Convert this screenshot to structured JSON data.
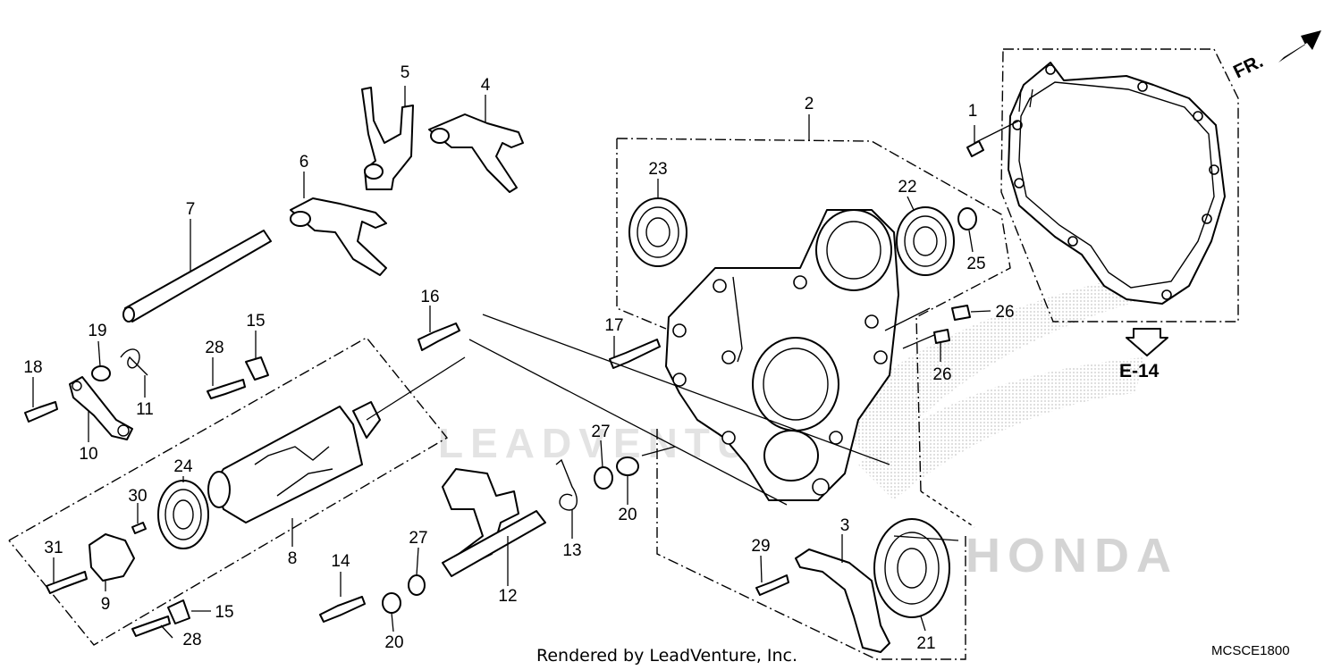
{
  "watermark": {
    "text": "LEADVENTURE",
    "brand": "HONDA"
  },
  "direction_label": "FR.",
  "reference": "E-14",
  "footer": "Rendered by LeadVenture, Inc.",
  "diagram_code": "MCSCE1800",
  "callouts": [
    "1",
    "2",
    "3",
    "4",
    "5",
    "6",
    "7",
    "8",
    "9",
    "10",
    "11",
    "12",
    "13",
    "14",
    "15",
    "15",
    "16",
    "17",
    "18",
    "19",
    "20",
    "20",
    "21",
    "22",
    "23",
    "24",
    "25",
    "26",
    "26",
    "27",
    "27",
    "28",
    "28",
    "29",
    "30",
    "31"
  ],
  "colors": {
    "line": "#000000",
    "background": "#ffffff",
    "watermark": "#e3e3e3",
    "stipple": "#cfcfcf"
  }
}
